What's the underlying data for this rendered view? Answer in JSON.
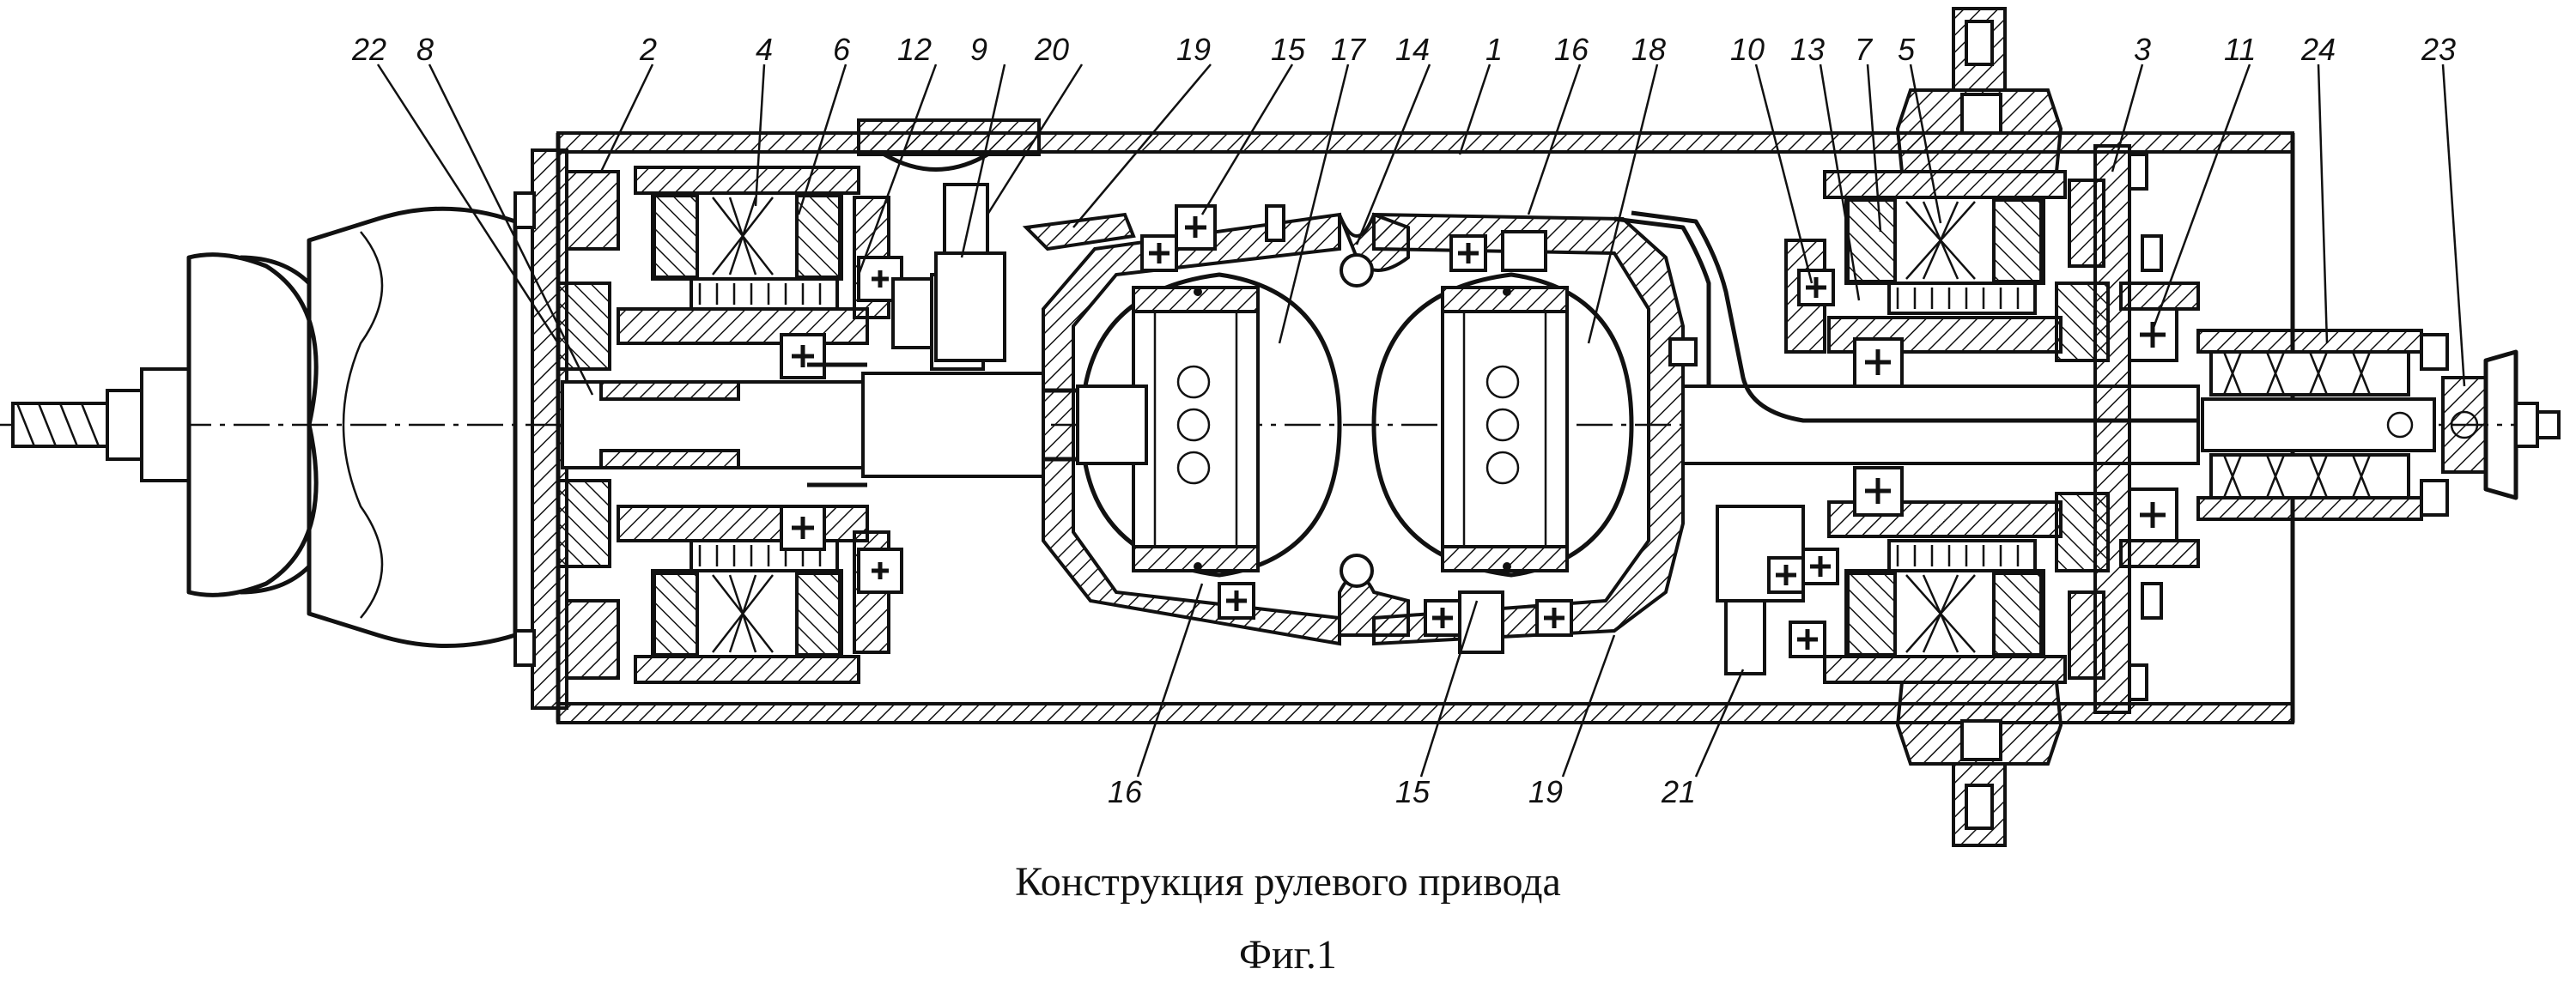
{
  "caption": {
    "title": "Конструкция рулевого привода",
    "figure": "Фиг.1"
  },
  "callouts_top": [
    "22",
    "8",
    "2",
    "4",
    "6",
    "12",
    "9",
    "20",
    "19",
    "15",
    "17",
    "14",
    "1",
    "16",
    "18",
    "10",
    "13",
    "7",
    "5",
    "3",
    "11",
    "24",
    "23"
  ],
  "callouts_bottom": [
    "16",
    "15",
    "19",
    "21"
  ],
  "colors": {
    "ink": "#111111",
    "paper": "#ffffff"
  }
}
